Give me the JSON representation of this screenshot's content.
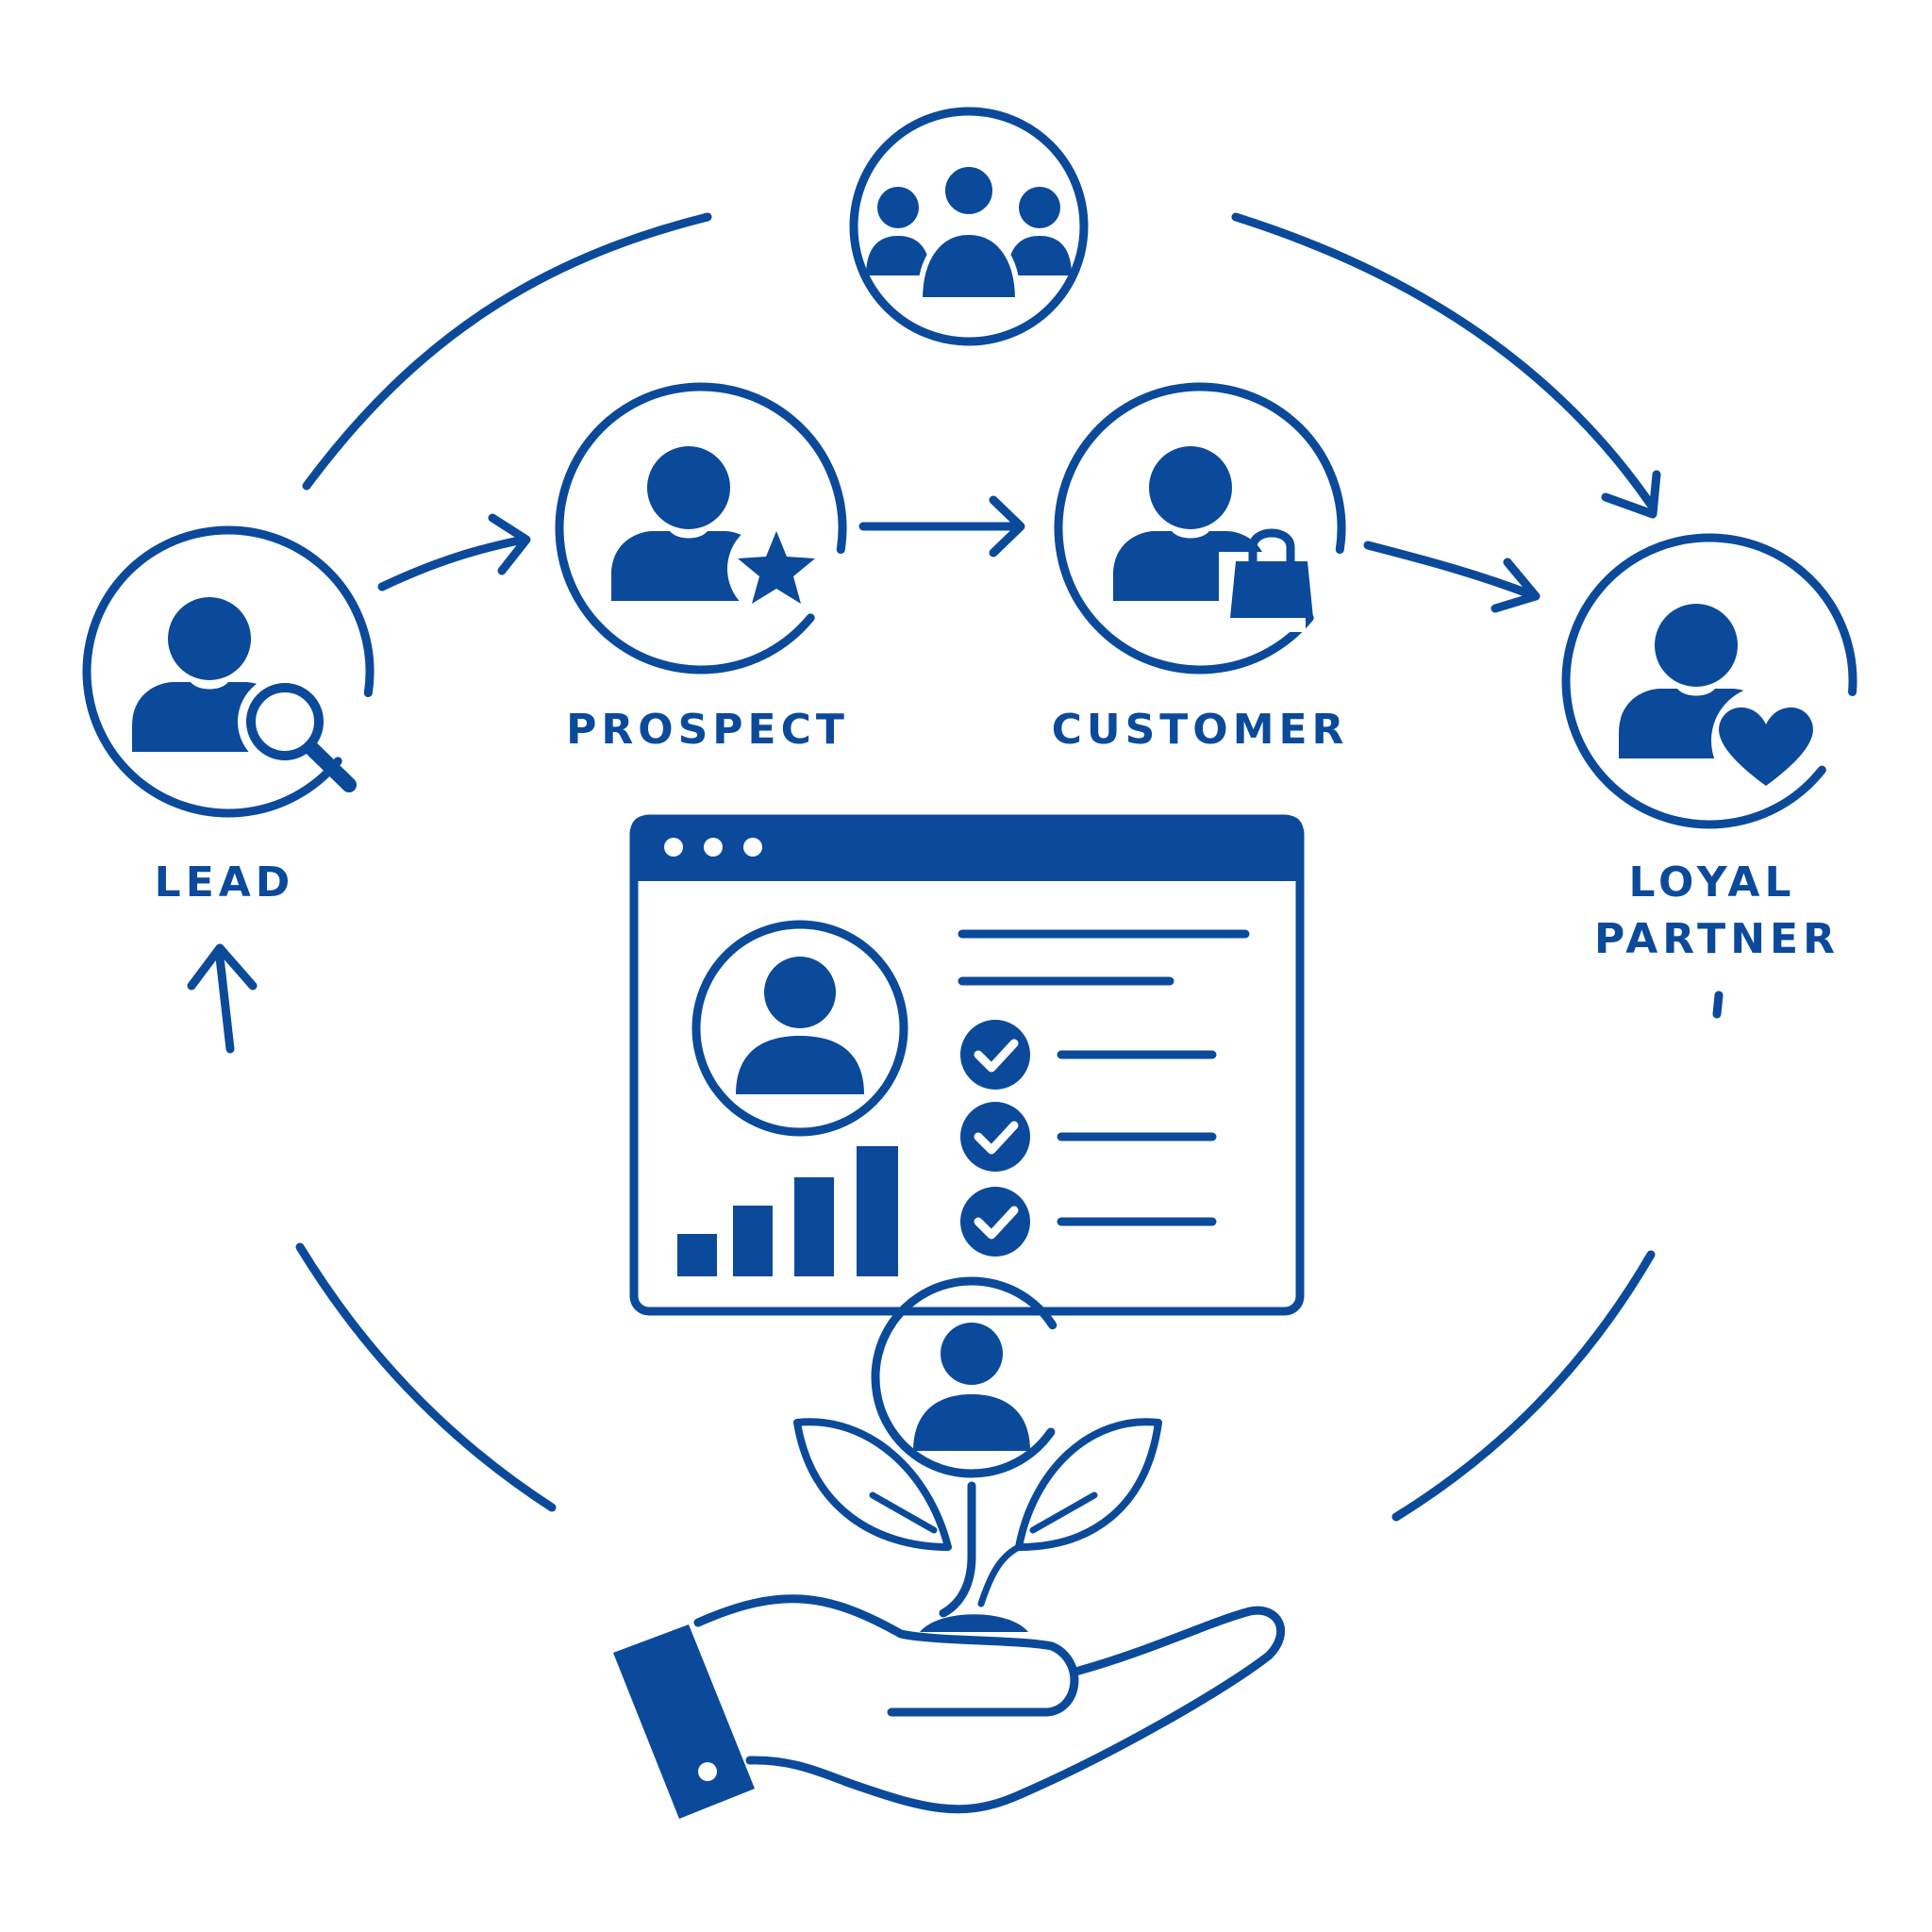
{
  "colors": {
    "primary": "#0b4a9a",
    "background": "#ffffff"
  },
  "stages": {
    "lead": {
      "label": "LEAD",
      "icon": "person-search-icon"
    },
    "prospect": {
      "label": "PROSPECT",
      "icon": "person-star-icon"
    },
    "customer": {
      "label": "CUSTOMER",
      "icon": "person-shopping-bag-icon"
    },
    "loyal_partner": {
      "label_line1": "LOYAL",
      "label_line2": "PARTNER",
      "icon": "person-heart-icon"
    }
  },
  "center": {
    "community_icon": "group-people-icon",
    "dashboard_icon": "browser-window-dashboard-icon",
    "dashboard_checklist_items": 3,
    "dashboard_bar_chart_icon": "bar-chart-icon",
    "nurture_icon": "hand-holding-plant-person-icon"
  }
}
